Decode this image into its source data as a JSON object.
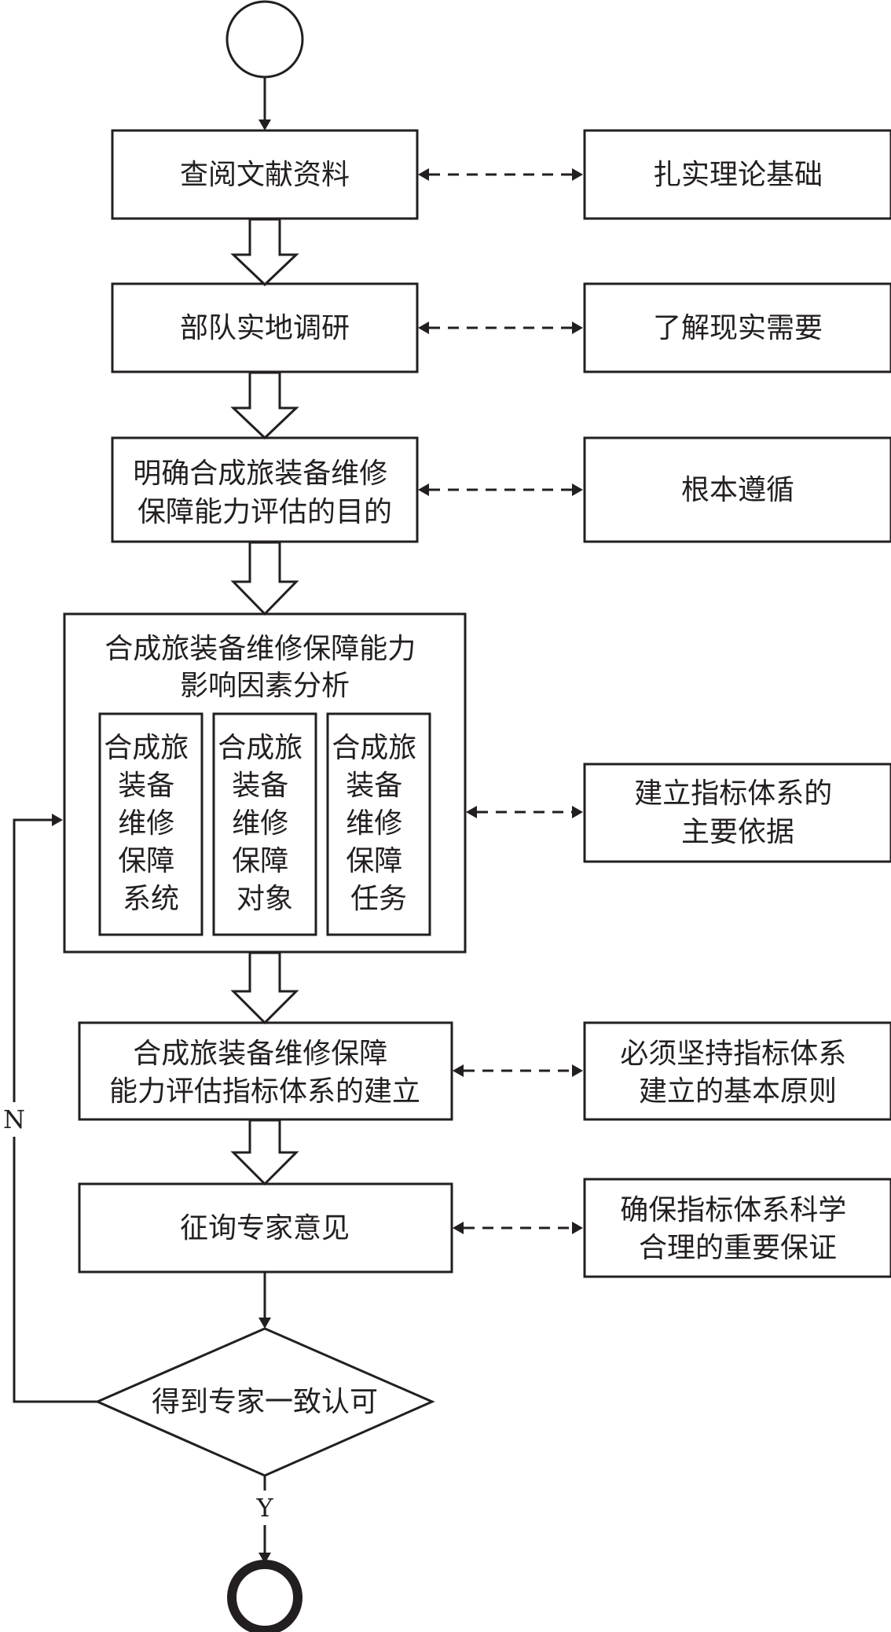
{
  "left_steps": [
    {
      "lines": [
        "查阅文献资料"
      ]
    },
    {
      "lines": [
        "部队实地调研"
      ]
    },
    {
      "lines": [
        "明确合成旅装备维修",
        "保障能力评估的目的"
      ]
    },
    {
      "lines": [
        "合成旅装备维修保障能力",
        "影响因素分析"
      ]
    },
    {
      "lines": [
        "合成旅装备维修保障",
        "能力评估指标体系的建立"
      ]
    },
    {
      "lines": [
        "征询专家意见"
      ]
    }
  ],
  "factor_columns": [
    [
      "合成旅",
      "装备",
      "维修",
      "保障",
      "系统"
    ],
    [
      "合成旅",
      "装备",
      "维修",
      "保障",
      "对象"
    ],
    [
      "合成旅",
      "装备",
      "维修",
      "保障",
      "任务"
    ]
  ],
  "right_notes": [
    {
      "lines": [
        "扎实理论基础"
      ]
    },
    {
      "lines": [
        "了解现实需要"
      ]
    },
    {
      "lines": [
        "根本遵循"
      ]
    },
    {
      "lines": [
        "建立指标体系的",
        "主要依据"
      ]
    },
    {
      "lines": [
        "必须坚持指标体系",
        "建立的基本原则"
      ]
    },
    {
      "lines": [
        "确保指标体系科学",
        "合理的重要保证"
      ]
    }
  ],
  "decision": {
    "label": "得到专家一致认可",
    "no_label": "N",
    "yes_label": "Y"
  }
}
